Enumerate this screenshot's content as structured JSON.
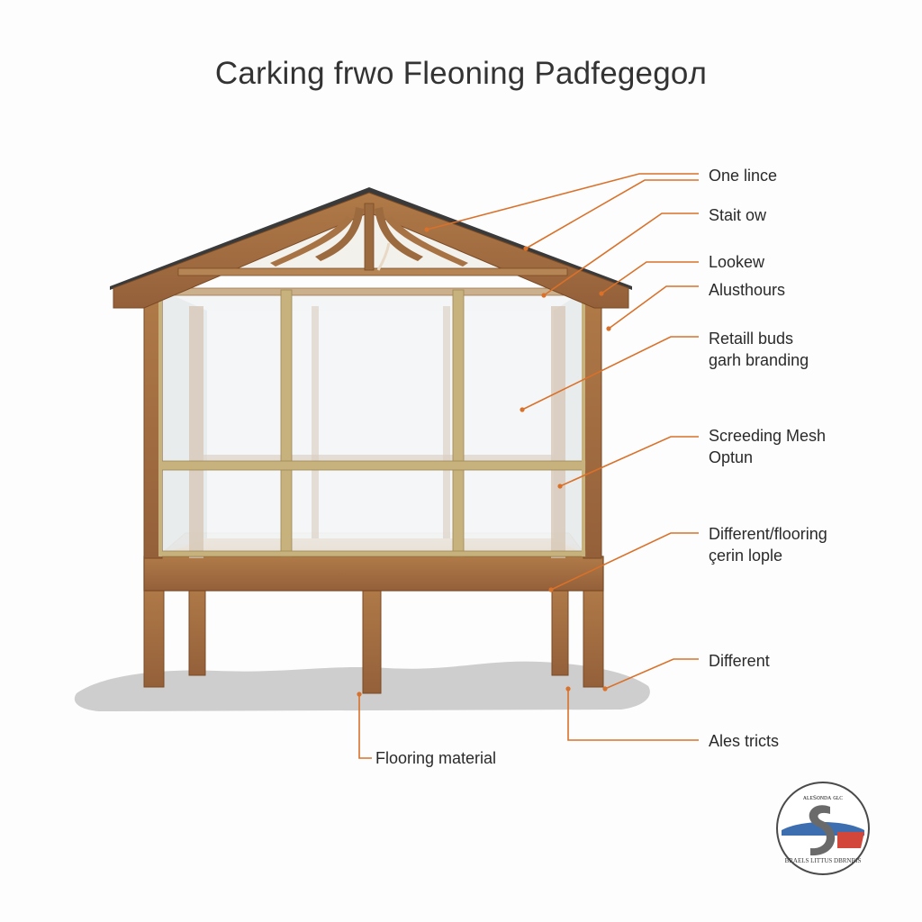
{
  "title": "Carking frwo Fleoning Padfegegoл",
  "callouts": [
    {
      "id": "one-lince",
      "lines": [
        "One lince"
      ]
    },
    {
      "id": "stait-ow",
      "lines": [
        "Stait ow"
      ]
    },
    {
      "id": "lookew",
      "lines": [
        "Lookew"
      ]
    },
    {
      "id": "alusthours",
      "lines": [
        "Alusthours"
      ]
    },
    {
      "id": "retail-buds",
      "lines": [
        "Retaill buds",
        "garh branding"
      ]
    },
    {
      "id": "screeding-mesh",
      "lines": [
        "Screeding Mesh",
        "Optun"
      ]
    },
    {
      "id": "different-flooring",
      "lines": [
        "Different/flooring",
        "çerin lople"
      ]
    },
    {
      "id": "different",
      "lines": [
        "Different"
      ]
    },
    {
      "id": "ales-tricts",
      "lines": [
        "Ales tricts"
      ]
    }
  ],
  "bottom_label": "Flooring material",
  "logo": {
    "text_top": "ᴀʟᴇꜱᴏɴᴅᴀ ɢʟᴄ",
    "text_bottom": "BRAELS LITTUS DBRNBIS"
  },
  "colors": {
    "wood": "#a06a3c",
    "wood_dark": "#7a4a24",
    "leader": "#d9712a",
    "ground": "#c9c9c9"
  }
}
